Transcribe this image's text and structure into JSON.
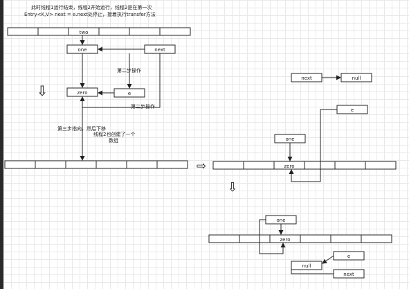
{
  "header": {
    "line1": "此时线程1运行结束，线程2开始运行，线程2是在第一次",
    "line2": "Entry<K,V> next = e.next处停止，接着执行transfer方法"
  },
  "nodes": {
    "two": "two",
    "one": "one",
    "next": "next",
    "zero": "zero",
    "e": "e",
    "null": "null"
  },
  "labels": {
    "step2": "第二步操作",
    "step2_b": "第二步操作",
    "step3_line1": "第三步指向，然后下移",
    "note_line1": "线程2也创建了一个",
    "note_line2": "数组"
  },
  "arrows": {
    "down": "⇩",
    "right": "⇨"
  }
}
